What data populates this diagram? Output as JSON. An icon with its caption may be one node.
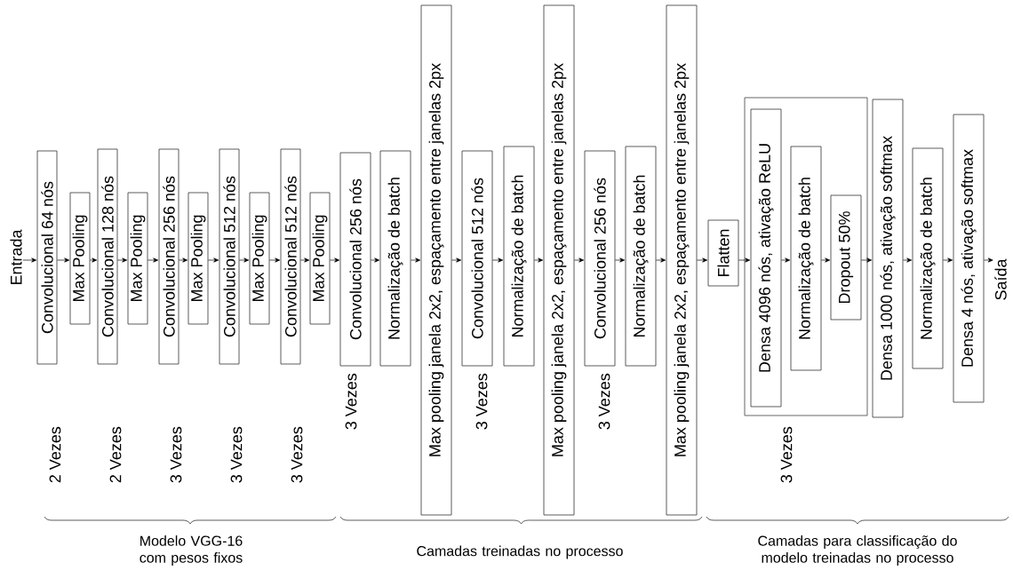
{
  "diagram": {
    "nodes": [
      {
        "text": [
          "Entrada"
        ]
      },
      {
        "text": [
          "Convolucional 64 nós"
        ],
        "beside": [
          "2 Vezes"
        ]
      },
      {
        "text": [
          "Max Pooling"
        ]
      },
      {
        "text": [
          "Convolucional 128 nós"
        ],
        "beside": [
          "2 Vezes"
        ]
      },
      {
        "text": [
          "Max Pooling"
        ]
      },
      {
        "text": [
          "Convolucional 256 nós"
        ],
        "beside": [
          "3 Vezes"
        ]
      },
      {
        "text": [
          "Max Pooling"
        ]
      },
      {
        "text": [
          "Convolucional 512 nós"
        ],
        "beside": [
          "3 Vezes"
        ]
      },
      {
        "text": [
          "Max Pooling"
        ]
      },
      {
        "text": [
          "Convolucional 512 nós"
        ],
        "beside": [
          "3 Vezes"
        ]
      },
      {
        "text": [
          "Max Pooling"
        ]
      },
      {
        "text": [
          "Convolucional 256 nós"
        ],
        "beside": [
          "3 Vezes"
        ]
      },
      {
        "text": [
          "Normalização de batch"
        ]
      },
      {
        "text": [
          "Max pooling janela 2x2, espaçamento entre janelas 2px"
        ]
      },
      {
        "text": [
          "Convolucional 512 nós"
        ],
        "beside": [
          "3 Vezes"
        ]
      },
      {
        "text": [
          "Normalização de batch"
        ]
      },
      {
        "text": [
          "Max pooling janela 2x2, espaçamento entre janelas 2px"
        ]
      },
      {
        "text": [
          "Convolucional 256 nós"
        ],
        "beside": [
          "3 Vezes"
        ]
      },
      {
        "text": [
          "Normalização de batch"
        ]
      },
      {
        "text": [
          "Max pooling janela 2x2, espaçamento entre janelas 2px"
        ]
      },
      {
        "text": [
          "Flatten"
        ]
      },
      {
        "text": [],
        "shape": "box",
        "beside": [
          "3 Vezes"
        ]
      },
      {
        "text": [
          "Densa 4096 nós, ativação ReLU"
        ],
        "in": 21
      },
      {
        "text": [
          "Normalização de batch"
        ],
        "in": 21
      },
      {
        "text": [
          "Dropout 50%"
        ],
        "in": 21
      },
      {
        "text": [
          "Densa 1000 nós, ativação softmax"
        ]
      },
      {
        "text": [
          "Normalização de batch"
        ]
      },
      {
        "text": [
          "Densa 4 nós, ativação softmax"
        ]
      },
      {
        "text": [
          "Saída"
        ]
      }
    ],
    "edges": [
      {
        "from": 0,
        "to": 1,
        "arrow": "to"
      },
      {
        "from": 1,
        "to": 2,
        "arrow": "to"
      },
      {
        "from": 2,
        "to": 3,
        "arrow": "to"
      },
      {
        "from": 3,
        "to": 4,
        "arrow": "to"
      },
      {
        "from": 4,
        "to": 5,
        "arrow": "to"
      },
      {
        "from": 5,
        "to": 6,
        "arrow": "to"
      },
      {
        "from": 6,
        "to": 7,
        "arrow": "to"
      },
      {
        "from": 7,
        "to": 8,
        "arrow": "to"
      },
      {
        "from": 8,
        "to": 9,
        "arrow": "to"
      },
      {
        "from": 9,
        "to": 10,
        "arrow": "to"
      },
      {
        "from": 10,
        "to": 11,
        "arrow": "to"
      },
      {
        "from": 11,
        "to": 12,
        "arrow": "to"
      },
      {
        "from": 12,
        "to": 13,
        "arrow": "to"
      },
      {
        "from": 13,
        "to": 14,
        "arrow": "to"
      },
      {
        "from": 14,
        "to": 15,
        "arrow": "to"
      },
      {
        "from": 15,
        "to": 16,
        "arrow": "to"
      },
      {
        "from": 16,
        "to": 17,
        "arrow": "to"
      },
      {
        "from": 17,
        "to": 18,
        "arrow": "to"
      },
      {
        "from": 18,
        "to": 19,
        "arrow": "to"
      },
      {
        "from": 19,
        "to": 20,
        "arrow": "to"
      },
      {
        "from": 20,
        "to": 22,
        "arrow": "to"
      },
      {
        "from": 22,
        "to": 23,
        "arrow": "to"
      },
      {
        "from": 23,
        "to": 24,
        "arrow": "to"
      },
      {
        "from": 24,
        "to": 25,
        "arrow": "to"
      },
      {
        "from": 25,
        "to": 26,
        "arrow": "to"
      },
      {
        "from": 26,
        "to": 27,
        "arrow": "to"
      },
      {
        "from": 27,
        "to": 28,
        "arrow": "to"
      }
    ],
    "labels": [
      "Modelo VGG-16 com pesos fixos",
      "Camadas treinadas no processo",
      "Camadas para classificação do modelo treinadas no processo"
    ]
  }
}
